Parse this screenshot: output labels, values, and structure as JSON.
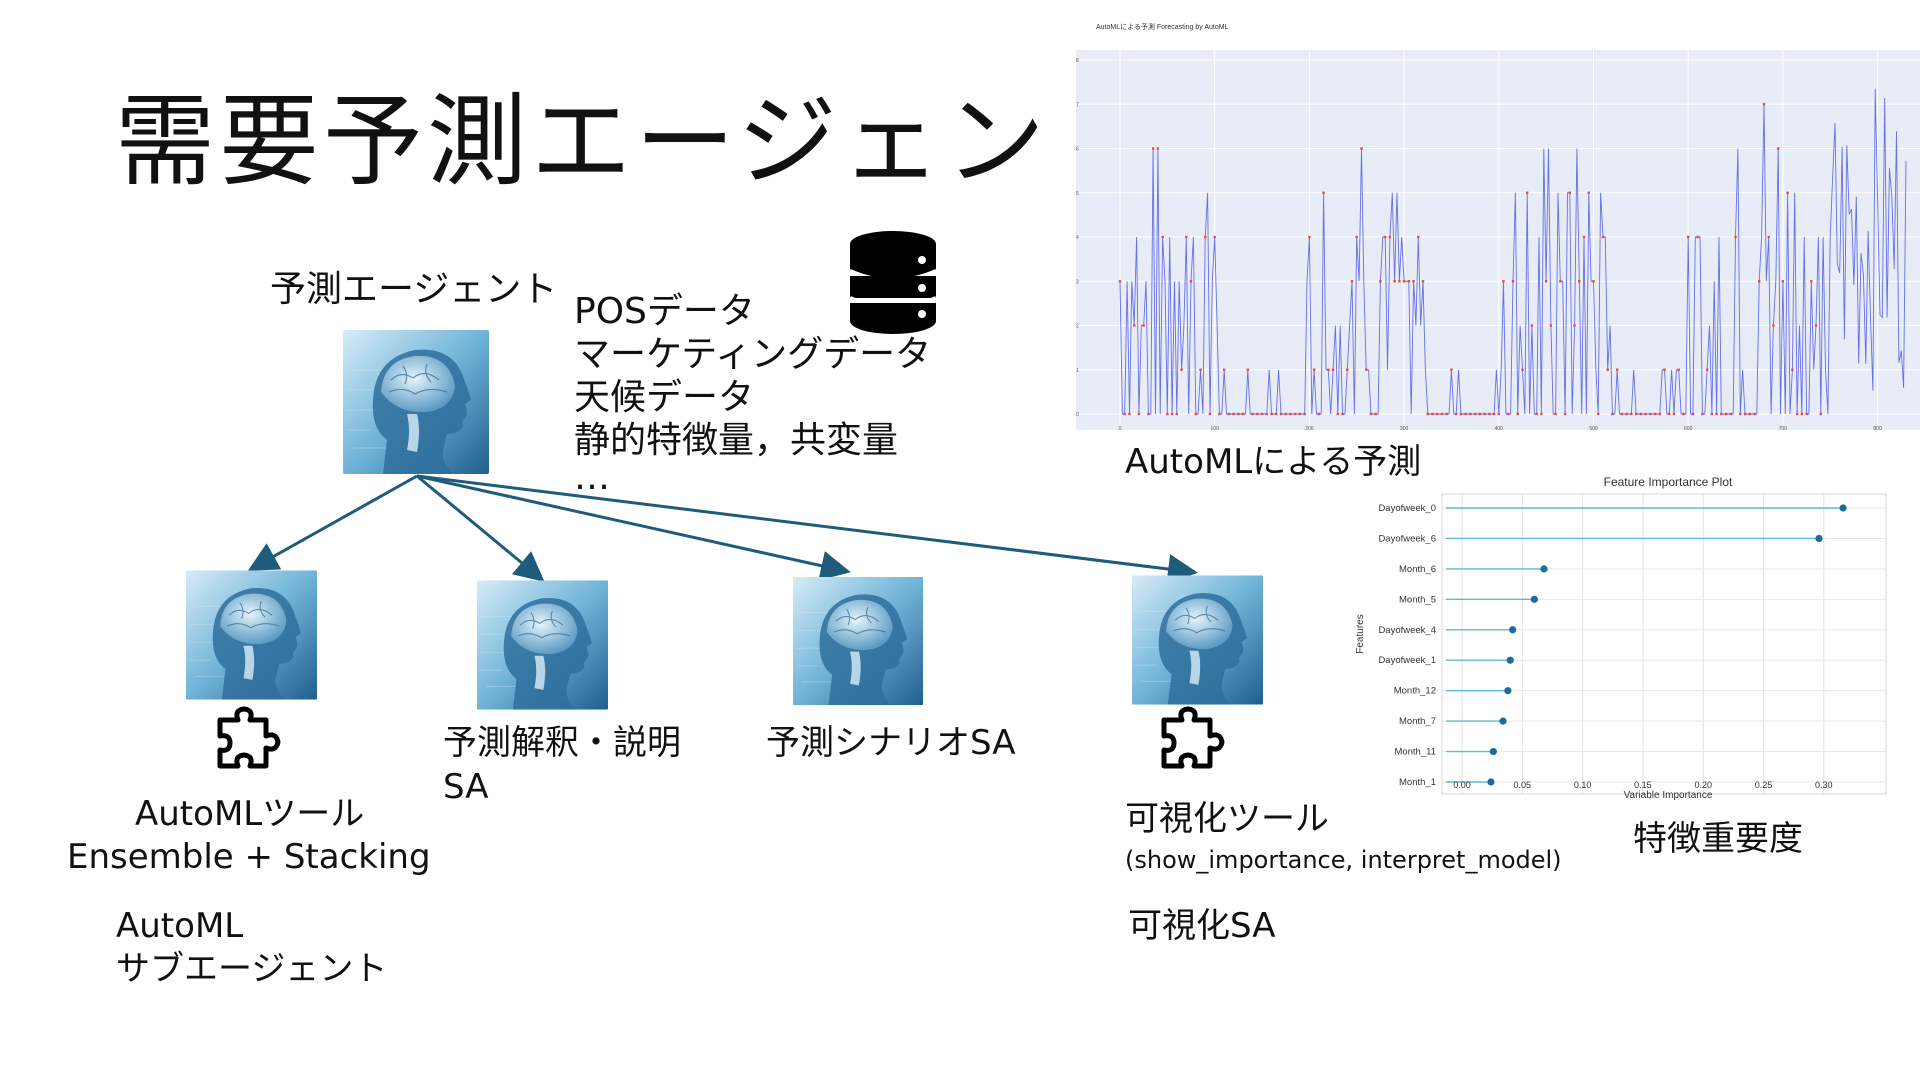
{
  "slide": {
    "title": "需要予測エージェント",
    "main_agent_label": "予測エージェント",
    "data_sources": [
      "POSデータ",
      "マーケティングデータ",
      "天候データ",
      "静的特徴量，共変量",
      "…"
    ],
    "sub_agents": [
      {
        "id": "automl",
        "tool_label_line1": "AutoMLツール",
        "tool_label_line2": "Ensemble +  Stacking",
        "sa_line1": "AutoML",
        "sa_line2": "サブエージェント"
      },
      {
        "id": "explain",
        "label_line1": "予測解釈・説明",
        "label_line2": "SA"
      },
      {
        "id": "scenario",
        "label_line1": "予測シナリオSA"
      },
      {
        "id": "viz",
        "tool_label": "可視化ツール",
        "tool_sub": "(show_importance, interpret_model)",
        "sa_label": "可視化SA"
      }
    ],
    "forecast_caption": "AutoMLによる予測",
    "importance_caption": "特徴重要度",
    "colors": {
      "arrow": "#1f5b7a",
      "forecast_line": "#6670e8",
      "forecast_point": "#e84a3c",
      "forecast_bg": "#e8ecf6",
      "lollipop": "#1a6f9a"
    }
  },
  "chart_data": [
    {
      "type": "line",
      "title": "AutoMLによる予測  Forecasting by AutoML",
      "x_ticks": [
        0,
        100,
        200,
        300,
        400,
        500,
        600,
        700,
        800
      ],
      "y_ticks": [
        0,
        1,
        2,
        3,
        4,
        5,
        6,
        7,
        8
      ],
      "xlim": [
        0,
        830
      ],
      "ylim": [
        0,
        8
      ],
      "grid": true
    },
    {
      "type": "lollipop",
      "title": "Feature Importance Plot",
      "xlabel": "Variable Importance",
      "ylabel": "Features",
      "categories": [
        "Dayofweek_0",
        "Dayofweek_6",
        "Month_6",
        "Month_5",
        "Dayofweek_4",
        "Dayofweek_1",
        "Month_12",
        "Month_7",
        "Month_11",
        "Month_1"
      ],
      "values": [
        0.316,
        0.296,
        0.068,
        0.06,
        0.042,
        0.04,
        0.038,
        0.034,
        0.026,
        0.024
      ],
      "x_ticks": [
        "0.00",
        "0.05",
        "0.10",
        "0.15",
        "0.20",
        "0.25",
        "0.30"
      ],
      "xlim": [
        0,
        0.33
      ],
      "grid": true
    }
  ]
}
